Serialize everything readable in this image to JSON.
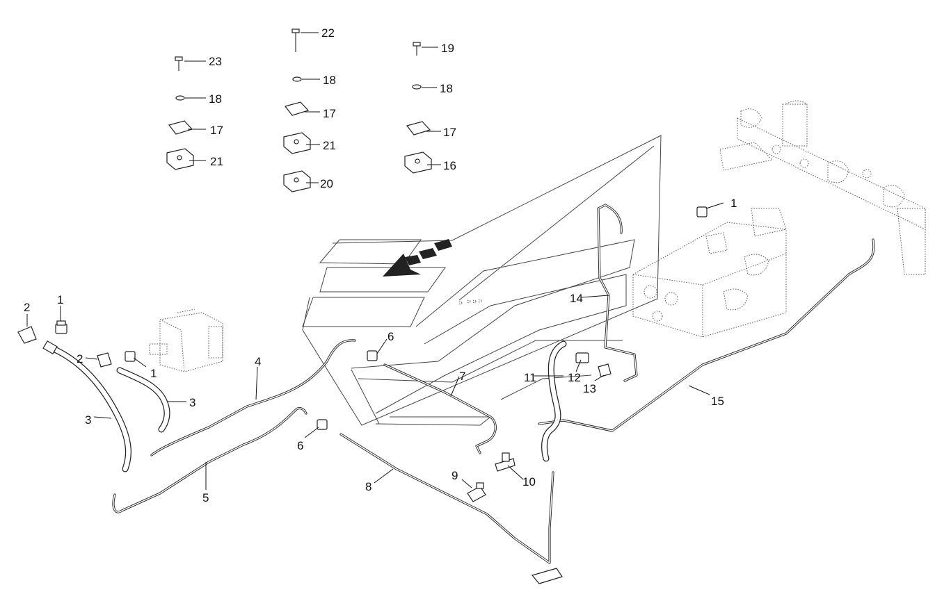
{
  "callouts": {
    "c1a": "1",
    "c1b": "1",
    "c1c": "1",
    "c2a": "2",
    "c2b": "2",
    "c3a": "3",
    "c3b": "3",
    "c4": "4",
    "c5": "5",
    "c6a": "6",
    "c6b": "6",
    "c7": "7",
    "c8": "8",
    "c9": "9",
    "c10": "10",
    "c11": "11",
    "c12": "12",
    "c13": "13",
    "c14": "14",
    "c15": "15",
    "c16": "16",
    "c17a": "17",
    "c17b": "17",
    "c17c": "17",
    "c18a": "18",
    "c18b": "18",
    "c18c": "18",
    "c19": "19",
    "c20": "20",
    "c21a": "21",
    "c21b": "21",
    "c22": "22",
    "c23": "23"
  },
  "colors": {
    "line": "#222222",
    "background": "#ffffff"
  }
}
